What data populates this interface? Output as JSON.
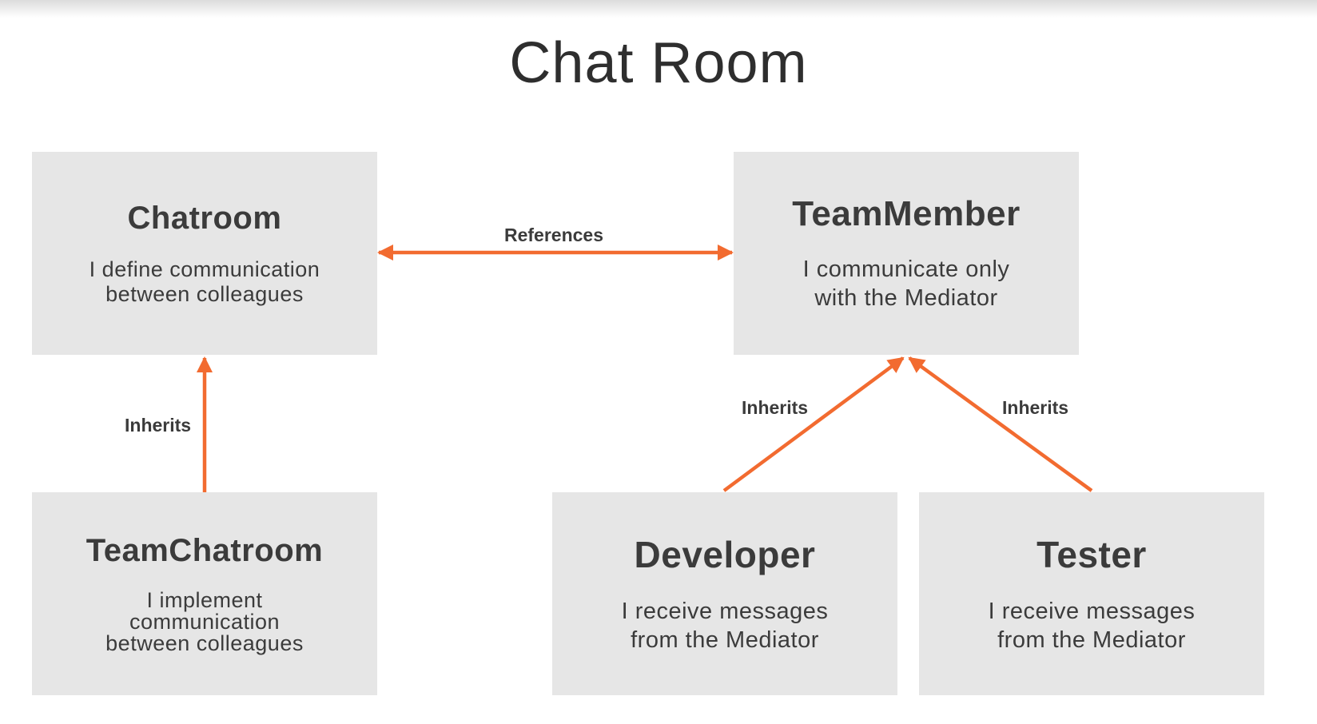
{
  "title": "Chat Room",
  "colors": {
    "arrow": "#f26b30",
    "box": "#e6e6e6",
    "text": "#3b3b3b"
  },
  "boxes": {
    "chatroom": {
      "name": "Chatroom",
      "desc": "I define communication\nbetween colleagues"
    },
    "teammember": {
      "name": "TeamMember",
      "desc": "I communicate only\nwith the Mediator"
    },
    "teamchatroom": {
      "name": "TeamChatroom",
      "desc": "I implement\ncommunication\nbetween colleagues"
    },
    "developer": {
      "name": "Developer",
      "desc": "I receive messages\nfrom the Mediator"
    },
    "tester": {
      "name": "Tester",
      "desc": "I receive messages\nfrom the Mediator"
    }
  },
  "relations": {
    "references": "References",
    "inherits_left": "Inherits",
    "inherits_developer": "Inherits",
    "inherits_tester": "Inherits"
  }
}
